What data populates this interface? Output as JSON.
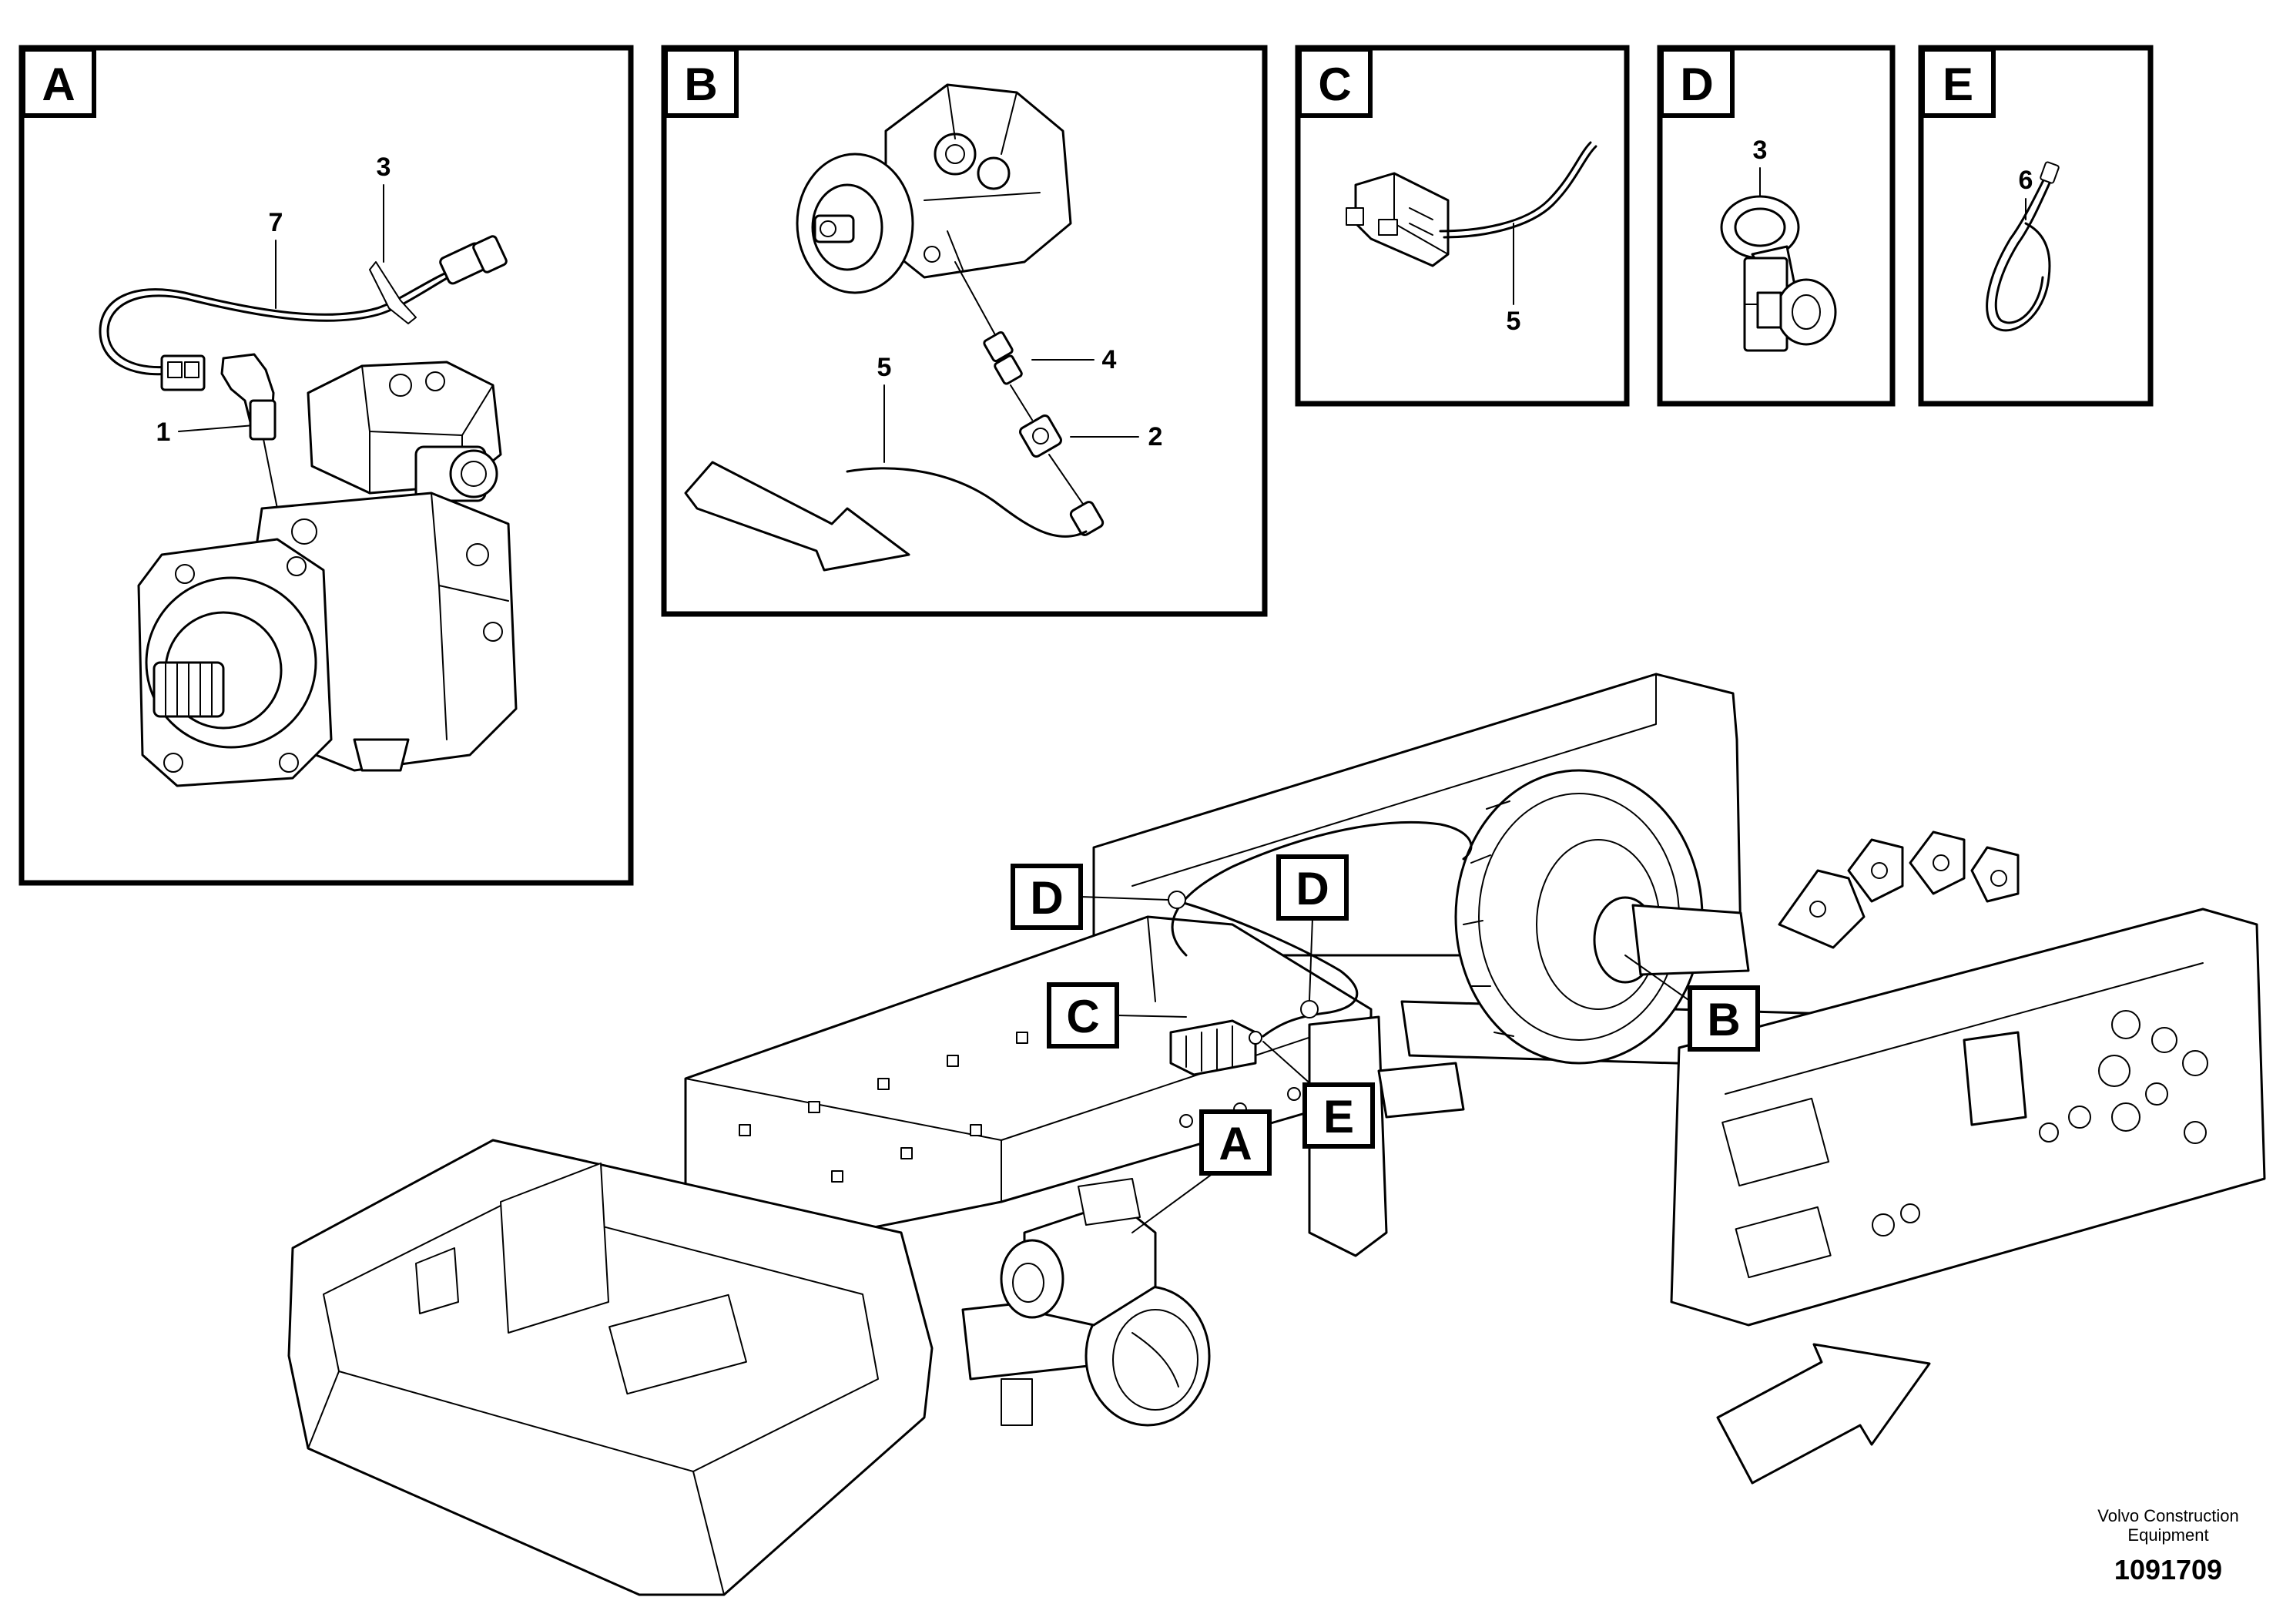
{
  "panels": [
    {
      "id": "A",
      "label": "A",
      "callouts": [
        "3",
        "7",
        "1"
      ]
    },
    {
      "id": "B",
      "label": "B",
      "callouts": [
        "5",
        "4",
        "2"
      ]
    },
    {
      "id": "C",
      "label": "C",
      "callouts": [
        "5"
      ]
    },
    {
      "id": "D",
      "label": "D",
      "callouts": [
        "3"
      ]
    },
    {
      "id": "E",
      "label": "E",
      "callouts": [
        "6"
      ]
    }
  ],
  "frame_tags": {
    "d1": "D",
    "d2": "D",
    "c": "C",
    "e": "E",
    "a": "A",
    "b": "B"
  },
  "footer": {
    "company_line1": "Volvo Construction",
    "company_line2": "Equipment",
    "doc_number": "1091709"
  }
}
